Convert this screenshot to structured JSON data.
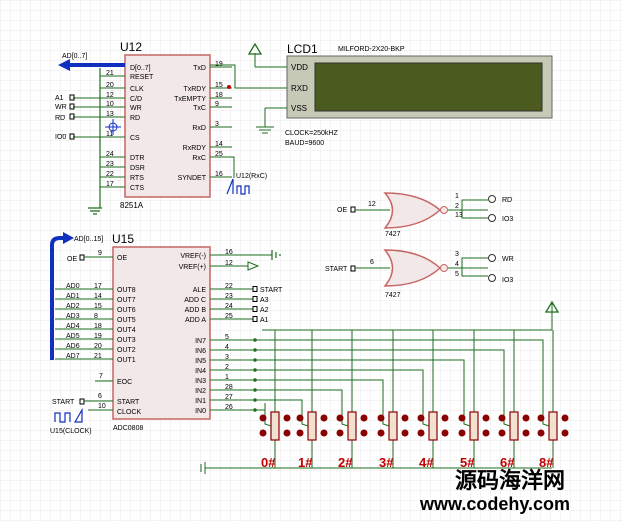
{
  "colors": {
    "wire": "#1e6e1e",
    "chip": "#c86464",
    "chip_fill": "#f0e6e6",
    "bus": "#1030c0",
    "pot": "#8b0000",
    "hash": "#c00000",
    "grid": "#e8e8e8",
    "lcd_screen": "#4b5a1e",
    "lcd_body": "#bfc3b0"
  },
  "u12": {
    "ref": "U12",
    "part": "8251A",
    "bus": "AD[0..7]",
    "probe": "U12(RxC)",
    "left_pins": [
      {
        "num": "",
        "name": "D[0..7]"
      },
      {
        "num": "21",
        "name": "RESET"
      },
      {
        "num": "20",
        "name": "CLK"
      },
      {
        "num": "12",
        "name": "C/D"
      },
      {
        "num": "10",
        "name": "WR"
      },
      {
        "num": "13",
        "name": "RD"
      },
      {
        "num": "11",
        "name": "CS"
      },
      {
        "num": "24",
        "name": "DTR"
      },
      {
        "num": "23",
        "name": "DSR"
      },
      {
        "num": "22",
        "name": "RTS"
      },
      {
        "num": "17",
        "name": "CTS"
      }
    ],
    "right_pins": [
      {
        "num": "19",
        "name": "TxD"
      },
      {
        "num": "15",
        "name": "TxRDY"
      },
      {
        "num": "18",
        "name": "TxEMPTY"
      },
      {
        "num": "9",
        "name": "TxC"
      },
      {
        "num": "3",
        "name": "RxD"
      },
      {
        "num": "14",
        "name": "RxRDY"
      },
      {
        "num": "25",
        "name": "RxC"
      },
      {
        "num": "16",
        "name": "SYNDET"
      }
    ],
    "inputs": [
      "A1",
      "WR",
      "RD",
      "IO0"
    ]
  },
  "lcd": {
    "ref": "LCD1",
    "part": "MILFORD-2X20-BKP",
    "pins": [
      "VDD",
      "RXD",
      "VSS"
    ],
    "pin_nums": [
      "",
      "",
      ""
    ],
    "clock": "CLOCK=250kHZ",
    "baud": "BAUD=9600"
  },
  "gate1": {
    "ref": "7427",
    "in_label": "OE",
    "in_pin": "12",
    "pins": [
      "1",
      "2",
      "13"
    ],
    "outs": [
      "RD",
      "IO3"
    ]
  },
  "gate2": {
    "ref": "7427",
    "in_label": "START",
    "in_pin": "6",
    "pins": [
      "3",
      "4",
      "5"
    ],
    "outs": [
      "WR",
      "IO3"
    ]
  },
  "u15": {
    "ref": "U15",
    "part": "ADC0808",
    "bus": "AD[0..15]",
    "probe": "U15(CLOCK)",
    "oe": {
      "label": "OE",
      "num": "9",
      "name": "OE"
    },
    "outs": [
      {
        "num": "17",
        "name": "OUT8"
      },
      {
        "num": "14",
        "name": "OUT7"
      },
      {
        "num": "15",
        "name": "OUT6"
      },
      {
        "num": "8",
        "name": "OUT5"
      },
      {
        "num": "18",
        "name": "OUT4"
      },
      {
        "num": "19",
        "name": "OUT3"
      },
      {
        "num": "20",
        "name": "OUT2"
      },
      {
        "num": "21",
        "name": "OUT1"
      }
    ],
    "ad": [
      "AD0",
      "AD1",
      "AD2",
      "AD3",
      "AD4",
      "AD5",
      "AD6",
      "AD7"
    ],
    "eoc": {
      "num": "7",
      "name": "EOC"
    },
    "start": {
      "label": "START",
      "num": "6",
      "name": "START"
    },
    "clock": {
      "num": "10",
      "name": "CLOCK"
    },
    "right_top": [
      {
        "num": "16",
        "name": "VREF(-)"
      },
      {
        "num": "12",
        "name": "VREF(+)"
      }
    ],
    "ctrl": [
      {
        "num": "22",
        "name": "ALE",
        "net": "START"
      },
      {
        "num": "23",
        "name": "ADD C",
        "net": "A3"
      },
      {
        "num": "24",
        "name": "ADD B",
        "net": "A2"
      },
      {
        "num": "25",
        "name": "ADD A",
        "net": "A1"
      }
    ],
    "ins": [
      {
        "num": "5",
        "name": "IN7"
      },
      {
        "num": "4",
        "name": "IN6"
      },
      {
        "num": "3",
        "name": "IN5"
      },
      {
        "num": "2",
        "name": "IN4"
      },
      {
        "num": "1",
        "name": "IN3"
      },
      {
        "num": "28",
        "name": "IN2"
      },
      {
        "num": "27",
        "name": "IN1"
      },
      {
        "num": "26",
        "name": "IN0"
      }
    ]
  },
  "pots": [
    "0#",
    "1#",
    "2#",
    "3#",
    "4#",
    "5#",
    "6#",
    "8#"
  ],
  "watermark": {
    "cn": "源码海洋网",
    "url": "www.codehy.com"
  }
}
